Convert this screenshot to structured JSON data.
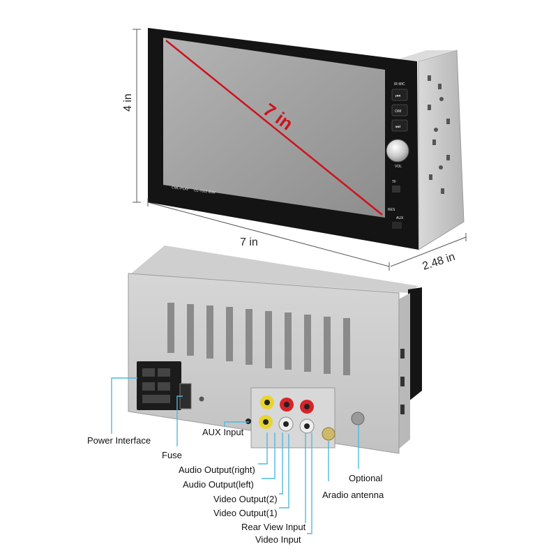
{
  "dimensions": {
    "height": "4 in",
    "diagonal": "7 in",
    "width": "7 in",
    "depth": "2.48 in"
  },
  "front_panel": {
    "brand": "CML-PLAY",
    "model": "CL-7022 60W",
    "ir_mic": "IR  MIC",
    "mode_button": "O/M",
    "vol": "VOL",
    "tf": "TF",
    "res": "RES",
    "aux": "AUX"
  },
  "callouts": [
    "Power Interface",
    "Fuse",
    "AUX Input",
    "Audio Output(right)",
    "Audio Output(left)",
    "Video Output(2)",
    "Video Output(1)",
    "Rear View Input",
    "Video Input",
    "Optional",
    "Aradio antenna"
  ],
  "colors": {
    "callout_line": "#4fb8de",
    "diagonal_line": "#d0101a",
    "chassis": "#c9c9c9",
    "bezel": "#111111"
  }
}
